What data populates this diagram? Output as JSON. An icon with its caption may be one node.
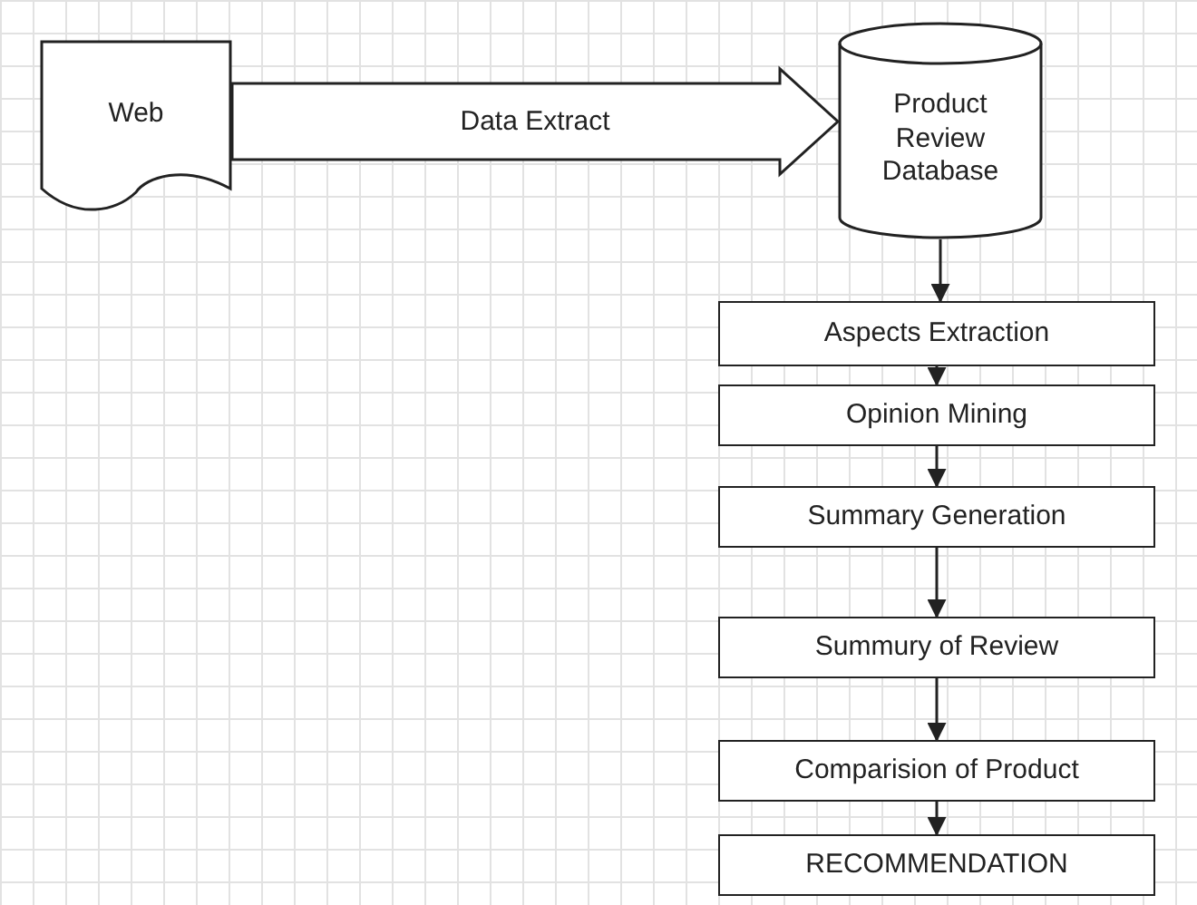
{
  "diagram": {
    "nodes": [
      {
        "text": [
          "Web"
        ]
      },
      {
        "text": [
          "Product Review Database"
        ]
      },
      {
        "text": [
          "Aspects Extraction"
        ]
      },
      {
        "text": [
          "Opinion Mining"
        ]
      },
      {
        "text": [
          "Summary Generation"
        ]
      },
      {
        "text": [
          "Summury of Review"
        ]
      },
      {
        "text": [
          "Comparision of Product"
        ]
      },
      {
        "text": [
          "RECOMMENDATION"
        ]
      }
    ],
    "edges": [
      {
        "from": 0,
        "to": 1,
        "arrow": "to",
        "label": "Data Extract",
        "style": "thick"
      },
      {
        "from": 1,
        "to": 2,
        "arrow": "to"
      },
      {
        "from": 2,
        "to": 3,
        "arrow": "to"
      },
      {
        "from": 3,
        "to": 4,
        "arrow": "to"
      },
      {
        "from": 4,
        "to": 5,
        "arrow": "to"
      },
      {
        "from": 5,
        "to": 6,
        "arrow": "to"
      },
      {
        "from": 6,
        "to": 7,
        "arrow": "to"
      }
    ]
  }
}
